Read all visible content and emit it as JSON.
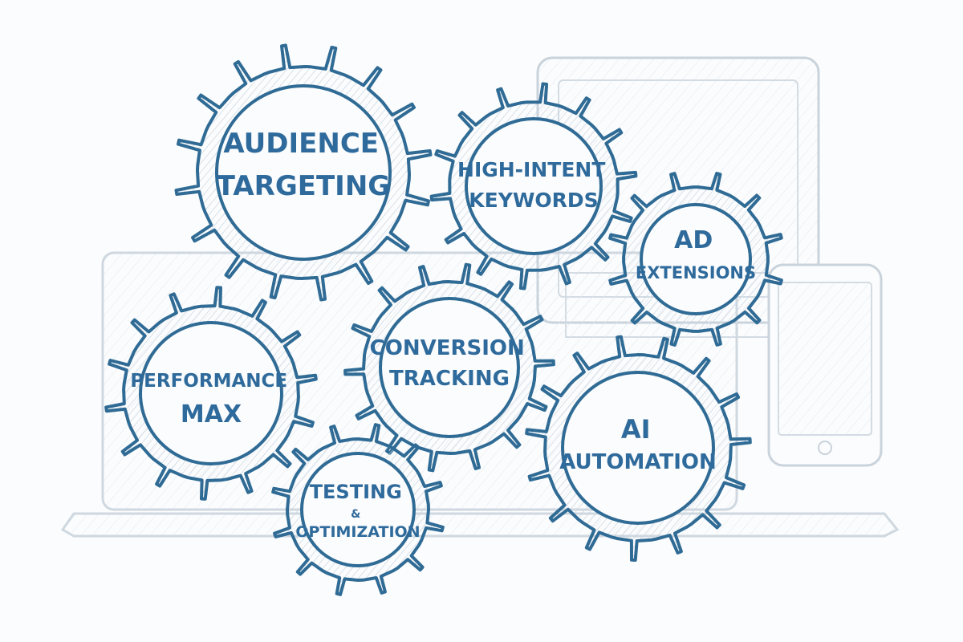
{
  "colors": {
    "background": "#fbfcfd",
    "ink": "#2f6b95",
    "sketch": "#c9d3dc",
    "hatch": "#c7d2dc",
    "gear_fill": "#edf1f5",
    "text": "#2e6a9b"
  },
  "icons": [
    "monitor-icon",
    "laptop-icon",
    "smartphone-icon",
    "gear-icon"
  ],
  "gears": [
    {
      "id": "audience-targeting",
      "lines": [
        "AUDIENCE",
        "TARGETING"
      ]
    },
    {
      "id": "high-intent-keywords",
      "lines": [
        "HIGH-INTENT",
        "KEYWORDS"
      ]
    },
    {
      "id": "ad-extensions",
      "lines": [
        "AD",
        "EXTENSIONS"
      ]
    },
    {
      "id": "conversion-tracking",
      "lines": [
        "CONVERSION",
        "TRACKING"
      ]
    },
    {
      "id": "performance-max",
      "lines": [
        "PERFORMANCE",
        "MAX"
      ]
    },
    {
      "id": "ai-automation",
      "lines": [
        "AI",
        "AUTOMATION"
      ]
    },
    {
      "id": "testing-optimization",
      "lines": [
        "TESTING",
        "&",
        "OPTIMIZATION"
      ]
    }
  ]
}
